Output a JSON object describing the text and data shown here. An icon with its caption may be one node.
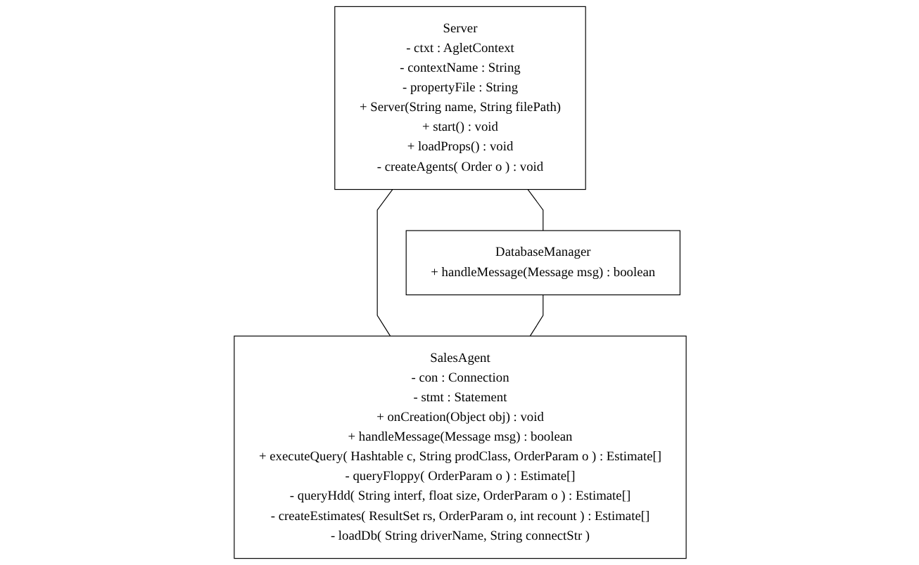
{
  "diagram": {
    "nodes": [
      {
        "text": [
          "Server",
          "- ctxt : AgletContext",
          "- contextName : String",
          "- propertyFile : String",
          "+ Server(String name, String filePath)",
          "+ start() : void",
          "+ loadProps() : void",
          "- createAgents( Order o ) : void"
        ]
      },
      {
        "text": [
          "DatabaseManager",
          "+ handleMessage(Message msg) : boolean"
        ]
      },
      {
        "text": [
          "SalesAgent",
          "- con : Connection",
          "- stmt : Statement",
          "+ onCreation(Object obj) : void",
          "+ handleMessage(Message msg) : boolean",
          "+ executeQuery( Hashtable c, String prodClass, OrderParam o ) : Estimate[]",
          "- queryFloppy( OrderParam o ) : Estimate[]",
          "- queryHdd( String interf, float size, OrderParam o ) : Estimate[]",
          "- createEstimates( ResultSet rs, OrderParam o, int recount ) : Estimate[]",
          "- loadDb( String driverName, String connectStr )"
        ]
      }
    ],
    "edges": [
      {
        "from": 0,
        "to": 1,
        "arrow": "none"
      },
      {
        "from": 0,
        "to": 2,
        "arrow": "none"
      },
      {
        "from": 1,
        "to": 2,
        "arrow": "none"
      }
    ]
  }
}
